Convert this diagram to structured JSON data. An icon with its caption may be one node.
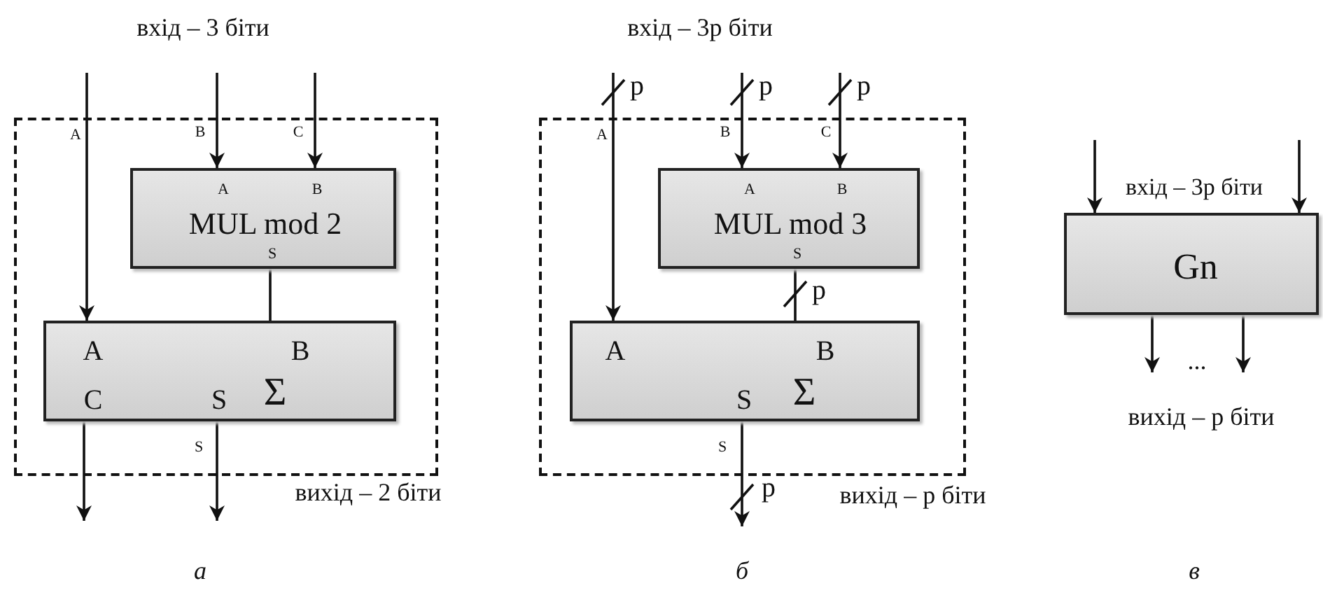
{
  "diagram": {
    "nodes": [
      {
        "text": [],
        "shape": "box"
      },
      {
        "text": [
          "A",
          "B",
          "MUL mod 2",
          "S"
        ],
        "in": 0
      },
      {
        "text": [
          "A",
          "B",
          "C",
          "S",
          "Σ"
        ],
        "in": 0
      },
      {
        "text": [],
        "shape": "box"
      },
      {
        "text": [
          "A",
          "B",
          "MUL mod 3",
          "S"
        ],
        "in": 3
      },
      {
        "text": [
          "A",
          "B",
          "S",
          "Σ"
        ],
        "in": 3
      },
      {
        "text": [
          "Gn"
        ],
        "beside": [
          "вхід – 3p біти"
        ]
      }
    ],
    "edges": [
      {
        "from": null,
        "to": 2,
        "arrow": "to",
        "label": "A"
      },
      {
        "from": null,
        "to": 1,
        "arrow": "to",
        "label": "B"
      },
      {
        "from": null,
        "to": 1,
        "arrow": "to",
        "label": "C"
      },
      {
        "from": 1,
        "to": 2,
        "arrow": "none"
      },
      {
        "from": 2,
        "to": null,
        "arrow": "to"
      },
      {
        "from": 2,
        "to": null,
        "arrow": "to",
        "label": "S"
      },
      {
        "from": null,
        "to": 5,
        "arrow": "to",
        "label": "A"
      },
      {
        "from": null,
        "to": 4,
        "arrow": "to",
        "label": "B"
      },
      {
        "from": null,
        "to": 4,
        "arrow": "to",
        "label": "C"
      },
      {
        "from": 4,
        "to": 5,
        "arrow": "none"
      },
      {
        "from": 5,
        "to": null,
        "arrow": "to",
        "label": "S"
      },
      {
        "from": null,
        "to": 6,
        "arrow": "to"
      },
      {
        "from": null,
        "to": 6,
        "arrow": "to"
      },
      {
        "from": 6,
        "to": null,
        "arrow": "to"
      },
      {
        "from": 6,
        "to": null,
        "arrow": "to"
      }
    ],
    "labels": [
      "вхід – 3 біти",
      "вхід – 3p біти",
      "p",
      "p",
      "p",
      "p",
      "вихід – 2 біти",
      "p",
      "вихід – p біти",
      "...",
      "вихід – p біти",
      "а",
      "б",
      "в"
    ]
  }
}
